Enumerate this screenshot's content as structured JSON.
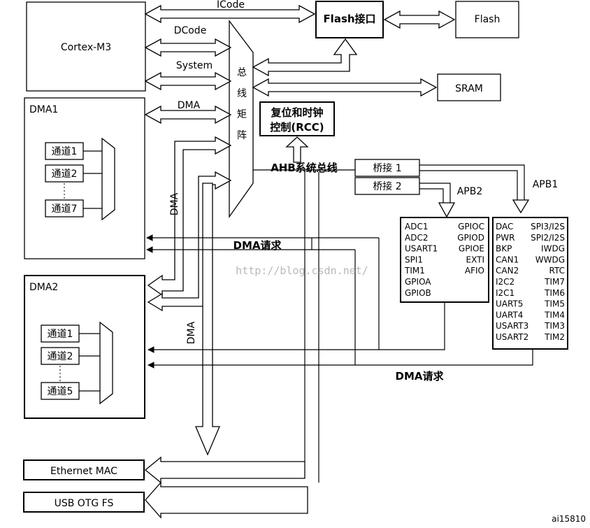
{
  "cortex": "Cortex-M3",
  "buses": {
    "icode": "ICode",
    "dcode": "DCode",
    "system": "System",
    "dma": "DMA"
  },
  "flash_if": "Flash接口",
  "flash": "Flash",
  "sram": "SRAM",
  "matrix": [
    "总",
    "线",
    "矩",
    "阵"
  ],
  "rcc": [
    "复位和时钟",
    "控制(RCC)"
  ],
  "ahb": "AHB系统总线",
  "bridge1": "桥接 1",
  "bridge2": "桥接 2",
  "apb1": "APB1",
  "apb2": "APB2",
  "dma1": {
    "title": "DMA1",
    "ch1": "通道1",
    "ch2": "通道2",
    "ch3": "通道7"
  },
  "dma2": {
    "title": "DMA2",
    "ch1": "通道1",
    "ch2": "通道2",
    "ch3": "通道5"
  },
  "dma_label": "DMA",
  "dma_req": "DMA请求",
  "apb2_left": [
    "ADC1",
    "ADC2",
    "USART1",
    "SPI1",
    "TIM1",
    "GPIOA",
    "GPIOB"
  ],
  "apb2_right": [
    "GPIOC",
    "GPIOD",
    "GPIOE",
    "EXTI",
    "AFIO"
  ],
  "apb1_left": [
    "DAC",
    "PWR",
    "BKP",
    "CAN1",
    "CAN2",
    "I2C2",
    "I2C1",
    "UART5",
    "UART4",
    "USART3",
    "USART2"
  ],
  "apb1_right": [
    "SPI3/I2S",
    "SPI2/I2S",
    "IWDG",
    "WWDG",
    "RTC",
    "TIM7",
    "TIM6",
    "TIM5",
    "TIM4",
    "TIM3",
    "TIM2"
  ],
  "eth": "Ethernet MAC",
  "usb": "USB OTG FS",
  "watermark": "http://blog.csdn.net/",
  "fig_id": "ai15810"
}
